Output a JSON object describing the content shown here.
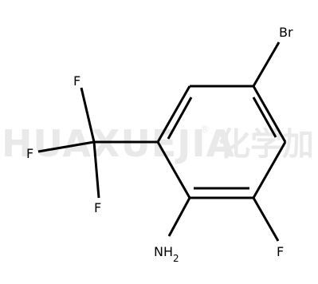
{
  "watermark": {
    "latin": "HUAXUEJIA",
    "registered": "®",
    "cjk": "化学加"
  },
  "molecule": {
    "atoms": {
      "br": "Br",
      "f_top": "F",
      "f_left": "F",
      "f_bottom": "F",
      "f_ring": "F",
      "n": "NH",
      "n_sub": "2"
    }
  },
  "colors": {
    "bond": "#000000",
    "label": "#000000",
    "watermark": "#e9e9e9"
  }
}
